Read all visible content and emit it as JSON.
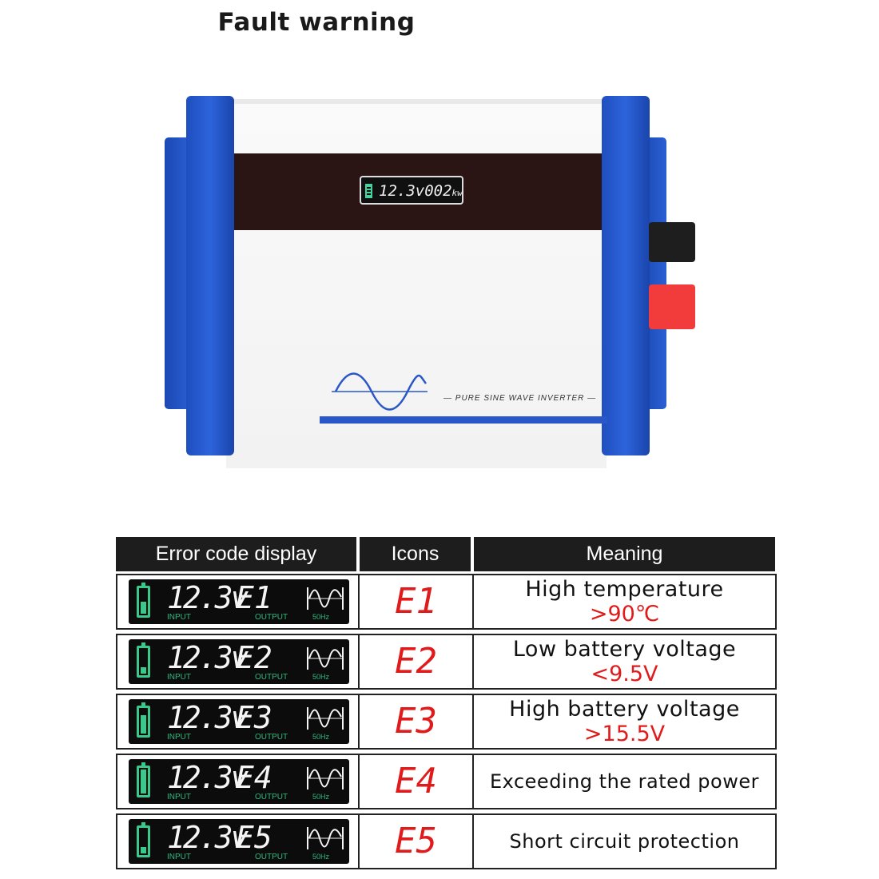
{
  "title": "Fault warning",
  "product": {
    "display_text": "12.3v002",
    "display_unit": "kw",
    "brand_line": "— PURE SINE WAVE INVERTER —",
    "colors": {
      "rail": "#2a5fd3",
      "band": "#2a1414",
      "red_terminal": "#f23b3b",
      "black_terminal": "#1e1e1e"
    }
  },
  "table": {
    "headers": [
      "Error code display",
      "Icons",
      "Meaning"
    ],
    "lcd_labels": {
      "input": "INPUT",
      "output": "OUTPUT",
      "freq": "50Hz",
      "voltage": "12.3v"
    },
    "rows": [
      {
        "code": "E1",
        "meaning": "High temperature",
        "detail": ">90℃",
        "battery_level": 0.5
      },
      {
        "code": "E2",
        "meaning": "Low battery voltage",
        "detail": "<9.5V",
        "battery_level": 0.25
      },
      {
        "code": "E3",
        "meaning": "High battery voltage",
        "detail": ">15.5V",
        "battery_level": 0.75
      },
      {
        "code": "E4",
        "meaning": "Exceeding the rated power",
        "detail": "",
        "battery_level": 1.0
      },
      {
        "code": "E5",
        "meaning": "Short circuit protection",
        "detail": "",
        "battery_level": 0.25
      }
    ],
    "colors": {
      "header_bg": "#1d1d1d",
      "lcd_green": "#39c98a",
      "error_red": "#e01b1b"
    }
  }
}
